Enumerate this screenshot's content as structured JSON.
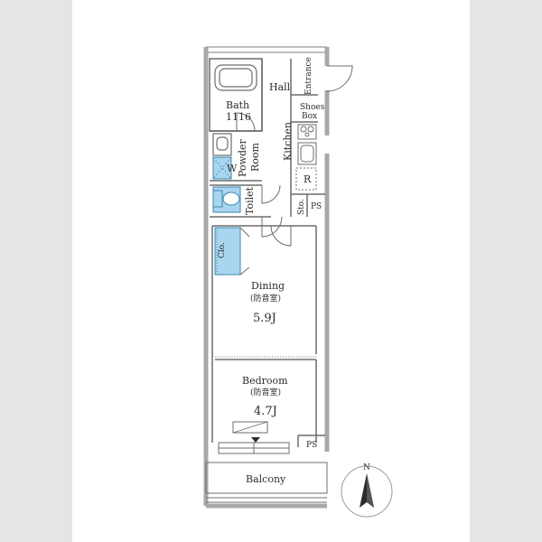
{
  "colors": {
    "background": "#ffffff",
    "band": "#e5e5e5",
    "wall": "#a8a8a8",
    "wall_dark": "#7a7a7a",
    "line": "#5a5a5a",
    "fixture_blue": "#a9d6ee",
    "fixture_blue_dark": "#3f87b6"
  },
  "rooms": {
    "bath": {
      "name": "Bath",
      "size": "1116"
    },
    "hall": "Hall",
    "entrance": "Entrance",
    "shoes_box": {
      "line1": "Shoes",
      "line2": "Box"
    },
    "powder_room": {
      "line1": "Powder",
      "line2": "Room"
    },
    "kitchen": "Kitchen",
    "washer": "W",
    "refrigerator": "R",
    "toilet": "Toilet",
    "storage": "Sto.",
    "ps_upper": "PS",
    "closet": "Clo.",
    "dining": {
      "name": "Dining",
      "note": "(防音室)",
      "area": "5.9J"
    },
    "bedroom": {
      "name": "Bedroom",
      "note": "(防音室)",
      "area": "4.7J"
    },
    "ps_lower": "PS",
    "balcony": "Balcony"
  },
  "compass": {
    "north": "N"
  }
}
